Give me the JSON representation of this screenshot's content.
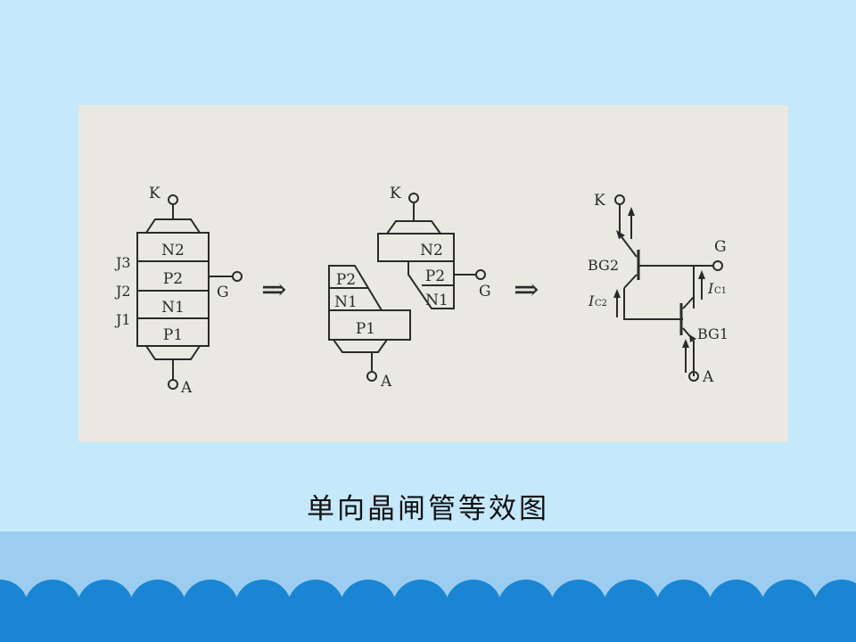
{
  "caption": "单向晶闸管等效图",
  "colors": {
    "background": "#c5e8fb",
    "band": "#9ccdf0",
    "waves": "#1a86d3",
    "figure_bg": "#e9e9e1",
    "ink": "#2a2a2a"
  },
  "diagram": {
    "terminals": {
      "cathode": "K",
      "gate": "G",
      "anode": "A"
    },
    "junctions": [
      "J3",
      "J2",
      "J1"
    ],
    "layers": [
      "N2",
      "P2",
      "N1",
      "P1"
    ],
    "arrow": "⇒",
    "transistors": {
      "upper": "BG2",
      "lower": "BG1"
    },
    "currents": {
      "ic2_main": "I",
      "ic2_sub": "C2",
      "ic1_main": "I",
      "ic1_sub": "C1"
    }
  }
}
